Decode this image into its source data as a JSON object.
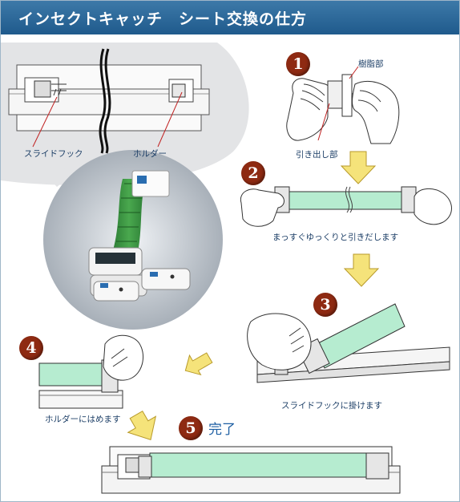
{
  "header": {
    "title": "インセクトキャッチ　シート交換の仕方"
  },
  "detail": {
    "slide_hook_label": "スライドフック",
    "holder_label": "ホルダー"
  },
  "steps": [
    {
      "number": "1",
      "labels": {
        "resin": "樹脂部",
        "pull_tab": "引き出し部"
      }
    },
    {
      "number": "2",
      "caption": "まっすぐゆっくりと引きだします"
    },
    {
      "number": "3",
      "caption": "スライドフックに掛けます"
    },
    {
      "number": "4",
      "caption": "ホルダーにはめます"
    },
    {
      "number": "5",
      "caption": "完了"
    }
  ],
  "colors": {
    "header": "#2b6a9c",
    "step_badge": "#8e2a12",
    "arrow": "#f5e37a",
    "sheet": "#b6ecd0",
    "label_text": "#1d3f67"
  }
}
